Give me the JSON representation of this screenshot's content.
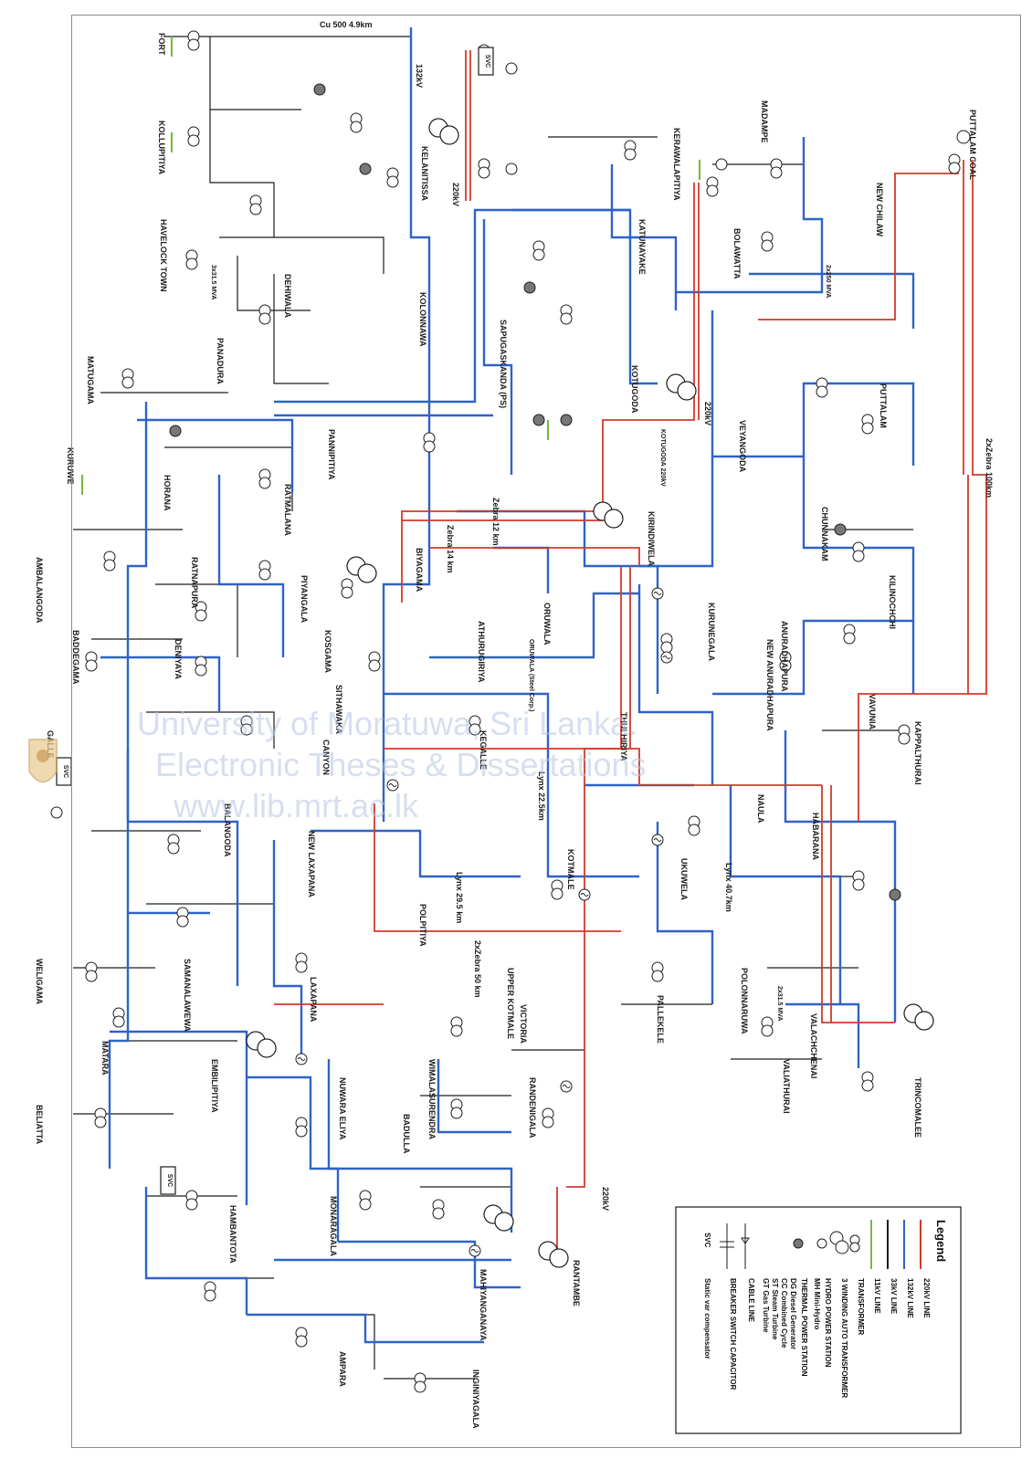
{
  "colors": {
    "line_220kv": "#d23a2a",
    "line_132kv": "#2f63c7",
    "line_33kv": "#1c1c1c",
    "line_11kv": "#7ab843",
    "frame": "#8a8a8a",
    "watermark": "#b7c4e3"
  },
  "watermark": {
    "line1": "University of Moratuwa, Sri Lanka.",
    "line2": "Electronic Theses & Dissertations",
    "line3": "www.lib.mrt.ac.lk"
  },
  "legend": {
    "title": "Legend",
    "items": [
      {
        "icon": "line-220kv-icon",
        "label": "220kV LINE"
      },
      {
        "icon": "line-132kv-icon",
        "label": "132kV LINE"
      },
      {
        "icon": "line-33kv-icon",
        "label": "33kV LINE"
      },
      {
        "icon": "line-11kv-icon",
        "label": "11kV LINE"
      },
      {
        "icon": "transformer-icon",
        "label": "TRANSFORMER"
      },
      {
        "icon": "autotransformer-icon",
        "label": "3 WINDING AUTO TRANSFORMER"
      },
      {
        "icon": "hydro-station-icon",
        "label": "HYDRO POWER STATION"
      },
      {
        "icon": "hydro-station-icon",
        "label": "MH Mini-Hydro"
      },
      {
        "icon": "thermal-station-icon",
        "label": "THERMAL POWER STATION"
      },
      {
        "icon": "thermal-station-icon",
        "label": "DG Diesel Generator"
      },
      {
        "icon": "thermal-station-icon",
        "label": "CC Combined Cycle"
      },
      {
        "icon": "thermal-station-icon",
        "label": "ST Steam Turbine"
      },
      {
        "icon": "thermal-station-icon",
        "label": "GT Gas Turbine"
      },
      {
        "icon": "cable-icon",
        "label": "CABLE LINE"
      },
      {
        "icon": "breaker-capacitor-icon",
        "label": "BREAKER SWITCH CAPACITOR"
      },
      {
        "icon": "svc-icon",
        "label": "SVC"
      },
      {
        "icon": "svc-icon",
        "label": "Static var compensator"
      }
    ]
  },
  "substations": [
    "FORT",
    "KOLLUPITIYA",
    "HAVELOCK TOWN",
    "KELANITISSA",
    "DEHIWALA",
    "KOLONNAWA",
    "PANNIPITIYA",
    "RATMALANA",
    "PANADURA",
    "MATUGAMA",
    "KURUWE",
    "HORANA",
    "AMBALANGODA",
    "BADDEGAMA",
    "GALLE",
    "DENIYAYA",
    "RATNAPURA",
    "PIYANGALA",
    "BIYAGAMA",
    "SAPUGASKANDA (PS)",
    "KATUNAYAKE",
    "KOTUGODA",
    "PUTTALAM COAL",
    "NEW CHILAW",
    "BOLAWATTA",
    "KERAWALAPITIYA",
    "MADAMPE",
    "PUTTALAM",
    "VEYANGODA",
    "KIRINDIWELA",
    "ATHURUGIRIYA",
    "ORUWALA",
    "KOSGAMA",
    "SITHAWAKA",
    "CANYON",
    "KEGALLE",
    "THULHIRIYA",
    "KURUNEGALA",
    "ANURADHAPURA",
    "NEW ANURADHAPURA",
    "VAVUNIA",
    "KILINOCHCHI",
    "CHUNNAKAM",
    "KAPPALTHURAI",
    "HABARANA",
    "NAULA",
    "UKUWELA",
    "TRINCOMALEE",
    "POLONNARUWA",
    "VALACHCHENAI",
    "PALLEKELE",
    "RANDENIGALA",
    "VICTORIA",
    "UPPER KOTMALE",
    "KOTMALE",
    "POLPITIYA",
    "NEW LAXAPANA",
    "LAXAPANA",
    "SAMANALAWEWA",
    "EMBILIPITIYA",
    "BALANGODA",
    "MATARA",
    "WELIGAMA",
    "BELIATTA",
    "HAMBANTOTA",
    "MONARAGALA",
    "BADULLA",
    "NUWARA ELIYA",
    "WIMALASURENDRA",
    "MAHIYANGANAYA",
    "RANTAMBE",
    "VALIATHURAI",
    "AMPARA",
    "INGINIYAGALA",
    "ORUWALA (Steel Corp.)",
    "KOTUGODA 220kV"
  ],
  "labels": {
    "cu500": "Cu 500 4.9km",
    "svc_top": "SVC",
    "svc_mid": "SVC",
    "svc_bottom": "SVC",
    "kv132_a": "132kV",
    "kv220_a": "220kV",
    "kv220_b": "220kV",
    "kv220_c": "220kV",
    "zebra_12": "Zebra 12 km",
    "zebra_14": "Zebra 14 km",
    "lynx_40": "Lynx 40.7km",
    "lynx_29": "Lynx 29.5 km",
    "lynx_22": "Lynx 22.5km",
    "zebra_50": "2xZebra 50 km",
    "zebra_100": "2xZebra 100km",
    "ratings_a": "2x250 MVA",
    "ratings_b": "3x31.5 MVA",
    "ratings_c": "2x31.5 MVA"
  }
}
